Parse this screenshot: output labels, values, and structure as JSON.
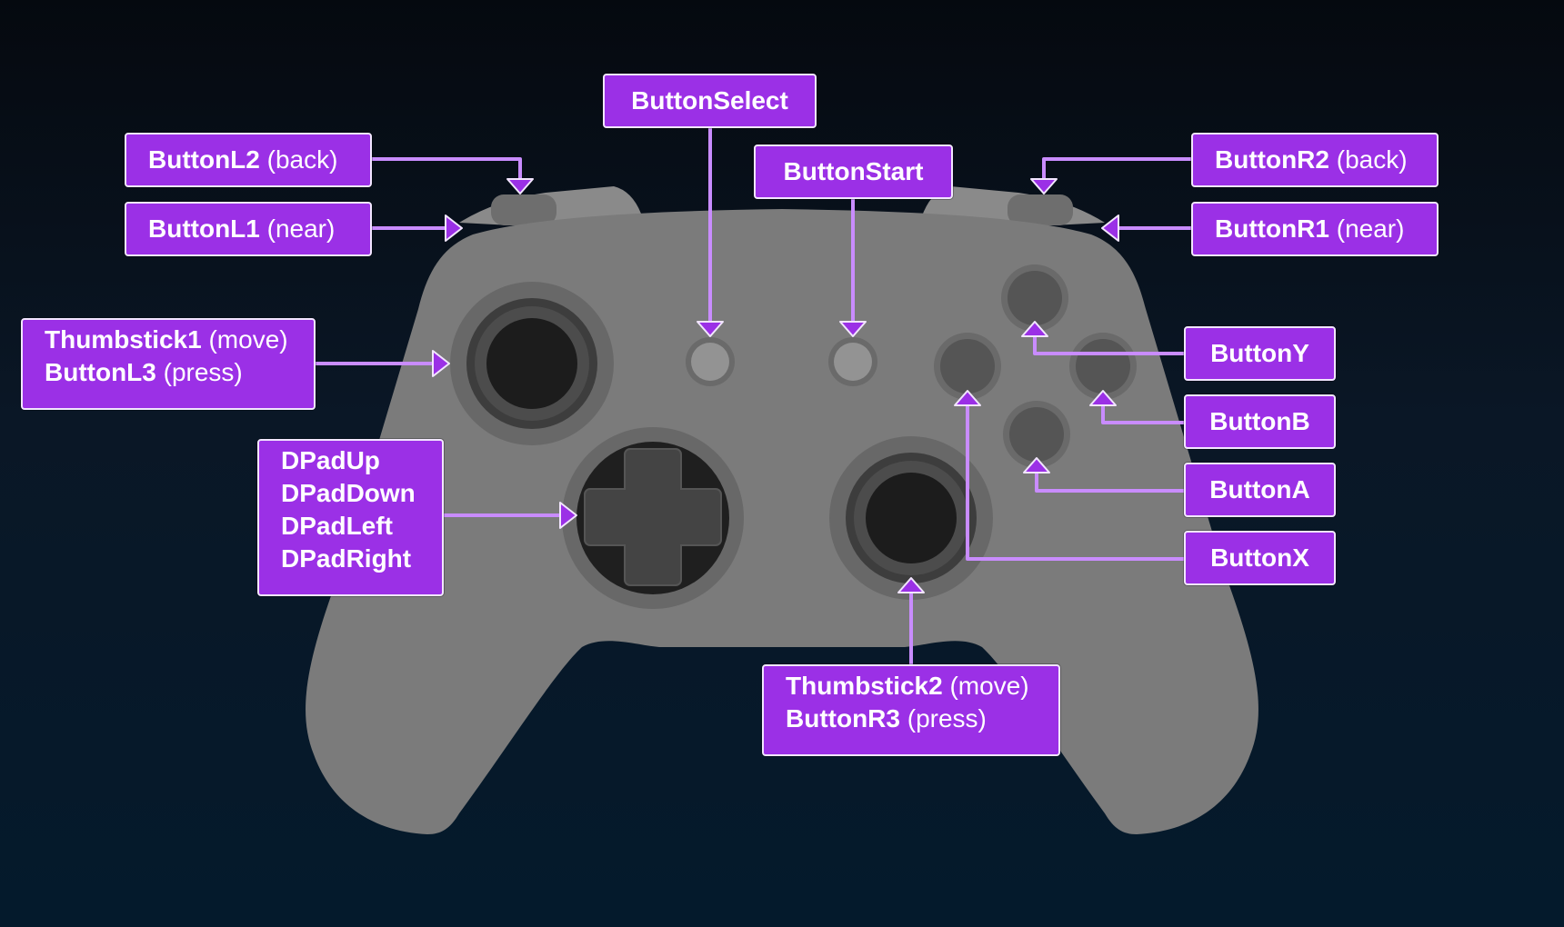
{
  "colors": {
    "accent": "#9b30e6",
    "label_border": "#f2e6ff",
    "connector": "#c98cff",
    "controller_body": "#7b7b7b",
    "controller_shadow": "#5d5d5d",
    "background": "#0a1726"
  },
  "labels": {
    "button_l2": {
      "name": "ButtonL2",
      "note": "(back)"
    },
    "button_l1": {
      "name": "ButtonL1",
      "note": "(near)"
    },
    "button_select": {
      "name": "ButtonSelect"
    },
    "button_start": {
      "name": "ButtonStart"
    },
    "button_r2": {
      "name": "ButtonR2",
      "note": "(back)"
    },
    "button_r1": {
      "name": "ButtonR1",
      "note": "(near)"
    },
    "thumbstick1": {
      "line1_name": "Thumbstick1",
      "line1_note": "(move)",
      "line2_name": "ButtonL3",
      "line2_note": "(press)"
    },
    "dpad": {
      "up": "DPadUp",
      "down": "DPadDown",
      "left": "DPadLeft",
      "right": "DPadRight"
    },
    "button_y": {
      "name": "ButtonY"
    },
    "button_b": {
      "name": "ButtonB"
    },
    "button_a": {
      "name": "ButtonA"
    },
    "button_x": {
      "name": "ButtonX"
    },
    "thumbstick2": {
      "line1_name": "Thumbstick2",
      "line1_note": "(move)",
      "line2_name": "ButtonR3",
      "line2_note": "(press)"
    }
  }
}
